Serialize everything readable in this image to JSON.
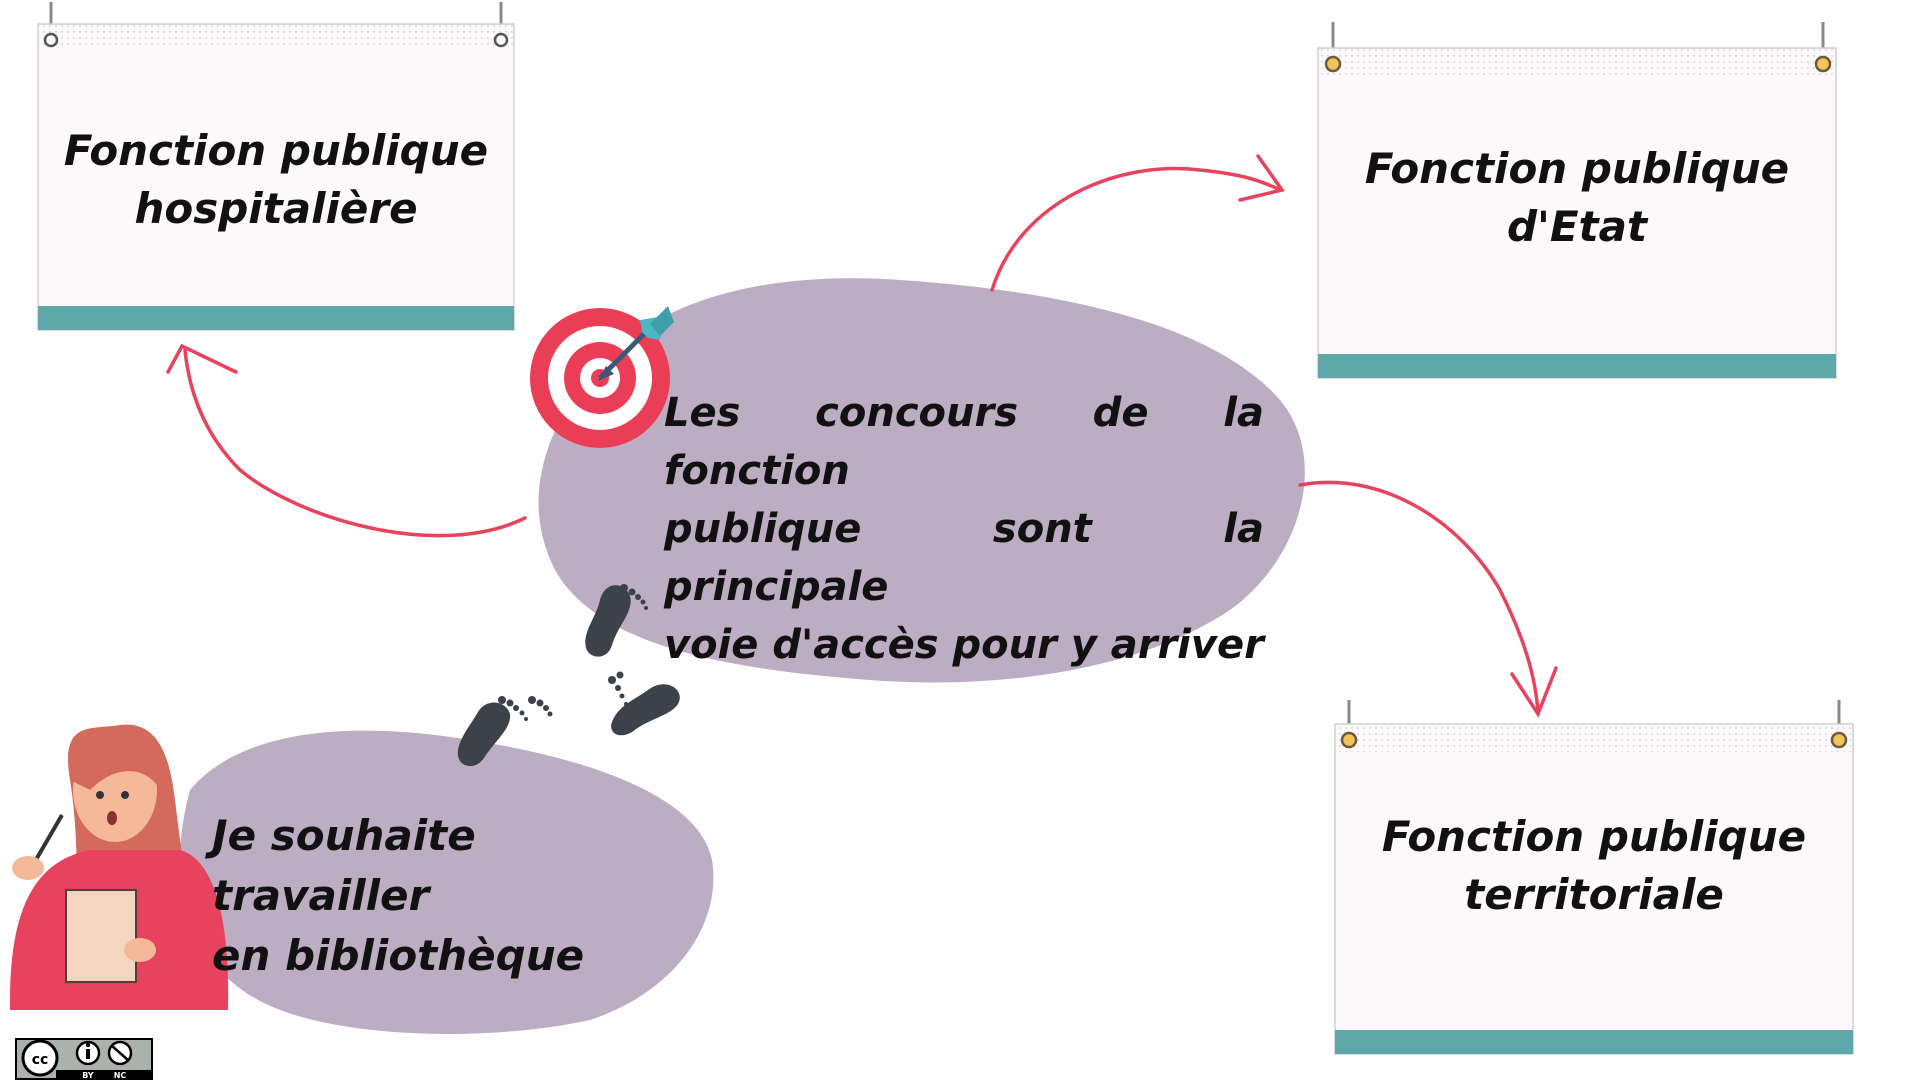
{
  "cards": [
    {
      "id": "hospitaliere",
      "lines": [
        "Fonction publique",
        "hospitalière"
      ]
    },
    {
      "id": "etat",
      "lines": [
        "Fonction publique",
        "d'Etat"
      ]
    },
    {
      "id": "territoriale",
      "lines": [
        "Fonction publique",
        "territoriale"
      ]
    }
  ],
  "center": {
    "lines": [
      "Les concours de la fonction",
      "publique sont la principale",
      "voie d'accès pour y arriver"
    ]
  },
  "start": {
    "lines": [
      "Je souhaite travailler",
      "en bibliothèque"
    ]
  },
  "license": {
    "badge_left": "BY",
    "badge_right": "NC",
    "cc_mark": "cc"
  },
  "colors": {
    "blob": "#bcadc3",
    "card_band": "#5fa8a9",
    "card_bg": "#fdf9fa",
    "arrow": "#e8435e",
    "target_red": "#ea3d56",
    "footprint": "#3b4249",
    "arrow_dart": "#4ab8c4"
  },
  "icons": [
    "target-icon",
    "footprint-icon",
    "person-icon",
    "creative-commons-icon"
  ]
}
